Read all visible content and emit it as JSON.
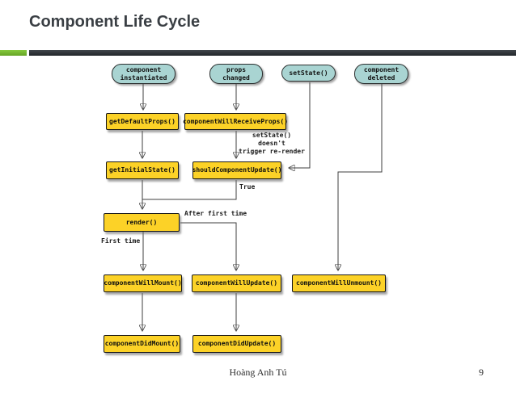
{
  "title": "Component Life Cycle",
  "footer": {
    "author": "Hoàng Anh Tú",
    "page": "9"
  },
  "colors": {
    "accent_green": "#74b82c",
    "title_bar_dark": "#2d3237",
    "event_fill": "#a9d4d2",
    "method_fill": "#fcd227",
    "connector": "#3f3f3f"
  },
  "diagram": {
    "events": {
      "instantiated": "component\ninstantiated",
      "props_changed": "props\nchanged",
      "set_state": "setState()",
      "deleted": "component\ndeleted"
    },
    "methods": {
      "get_default_props": "getDefaultProps()",
      "component_will_receive_props": "componentWillReceiveProps()",
      "get_initial_state": "getInitialState()",
      "should_component_update": "shouldComponentUpdate()",
      "render": "render()",
      "component_will_mount": "componentWillMount()",
      "component_will_update": "componentWillUpdate()",
      "component_will_unmount": "componentWillUnmount()",
      "component_did_mount": "componentDidMount()",
      "component_did_update": "componentDidUpdate()"
    },
    "annotations": {
      "no_rerender": "setState() doesn't\ntrigger re-render",
      "true_branch": "True",
      "after_first_time": "After first time",
      "first_time": "First time"
    }
  }
}
